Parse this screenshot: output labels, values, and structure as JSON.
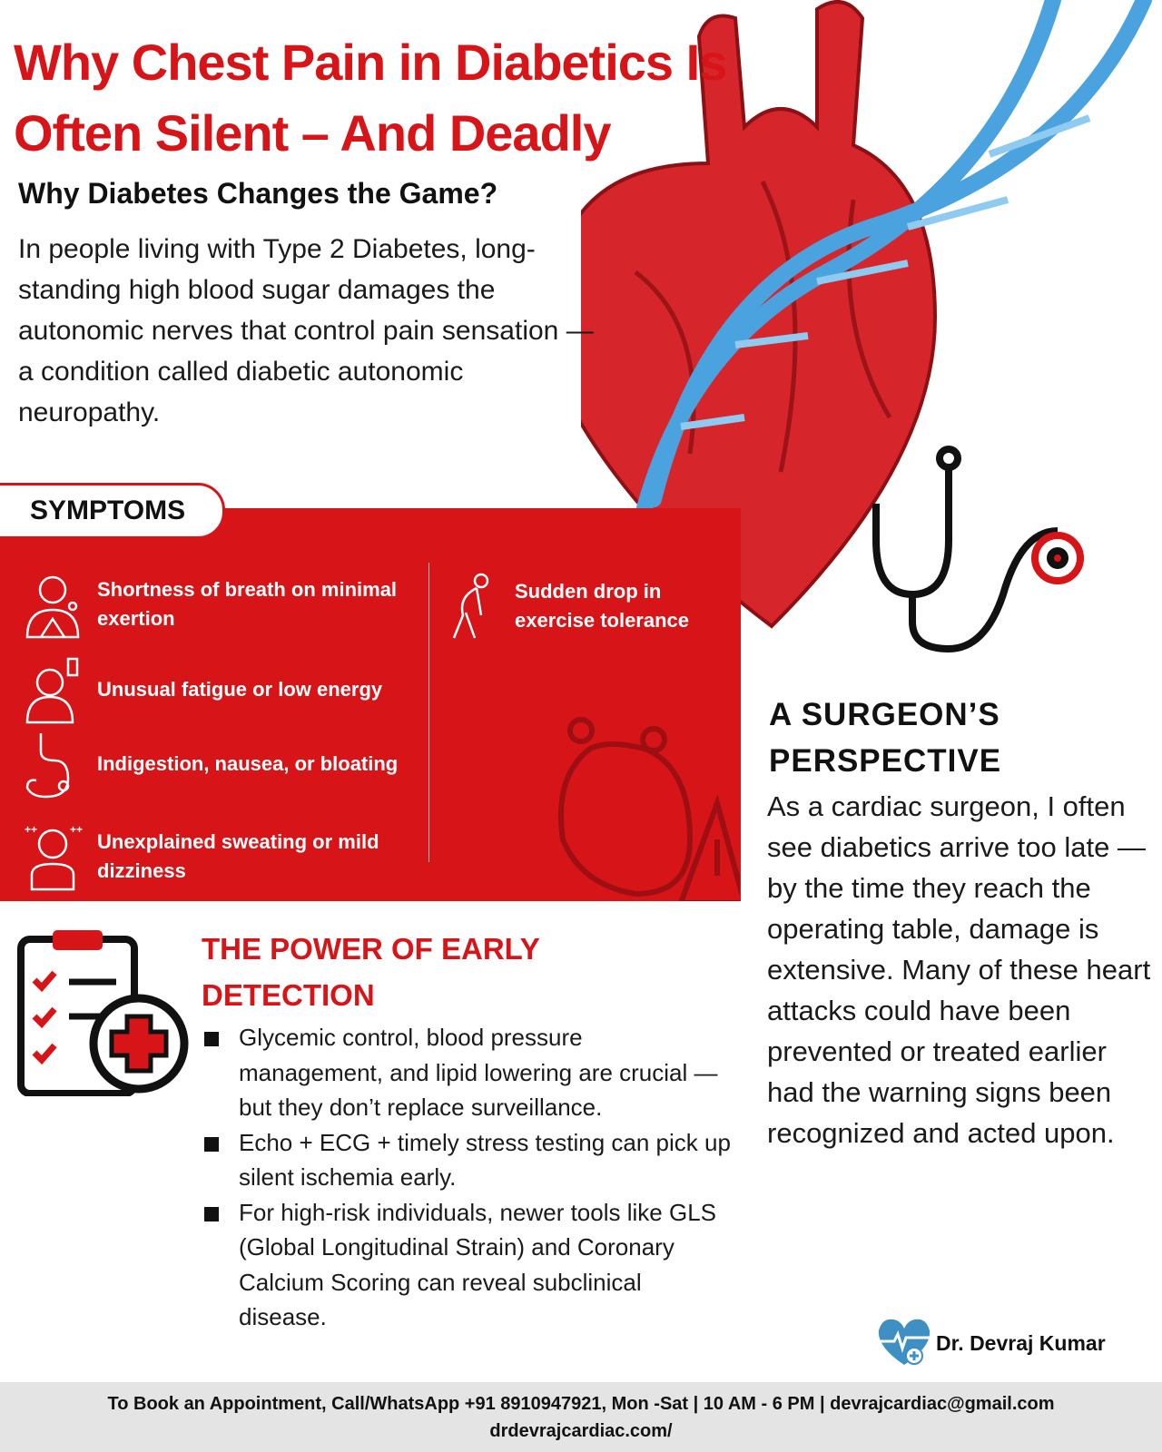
{
  "title": {
    "line1": "Why Chest Pain in Diabetics Is",
    "line2": "Often Silent – And Deadly"
  },
  "intro": {
    "heading": "Why Diabetes Changes the Game?",
    "text": "In people living with Type 2 Diabetes, long-standing high blood sugar damages the autonomic nerves that control pain sensation — a condition called diabetic autonomic neuropathy."
  },
  "symptoms": {
    "label": "SYMPTOMS",
    "items": [
      {
        "icon": "breathless-person-icon",
        "text": "Shortness of breath on minimal exertion"
      },
      {
        "icon": "tired-person-icon",
        "text": "Unusual fatigue or low energy"
      },
      {
        "icon": "stomach-icon",
        "text": "Indigestion, nausea, or bloating"
      },
      {
        "icon": "sweating-person-icon",
        "text": "Unexplained sweating or mild dizziness"
      },
      {
        "icon": "exhausted-runner-icon",
        "text": "Sudden drop in exercise tolerance"
      }
    ]
  },
  "surgeon": {
    "heading_line1": "A SURGEON’S",
    "heading_line2": "PERSPECTIVE",
    "text": "As a cardiac surgeon, I often see diabetics arrive too late — by the time they reach the operating table, damage is extensive. Many of these heart attacks could have been prevented or treated earlier had the warning signs been recognized and acted upon."
  },
  "detection": {
    "heading": "THE POWER OF EARLY DETECTION",
    "bullets": [
      "Glycemic control, blood pressure management, and lipid lowering are crucial — but they don’t replace surveillance.",
      "Echo + ECG + timely stress testing can pick up silent ischemia early.",
      "For high-risk individuals, newer tools like GLS (Global Longitudinal Strain) and Coronary Calcium Scoring can reveal subclinical disease."
    ]
  },
  "brand": {
    "name": "Dr. Devraj Kumar"
  },
  "footer": {
    "line1": "To Book an Appointment, Call/WhatsApp +91 8910947921, Mon -Sat | 10 AM - 6 PM | devrajcardiac@gmail.com",
    "line2": "drdevrajcardiac.com/"
  },
  "colors": {
    "accent": "#d71418",
    "footer_bg": "#e4e4e4",
    "dna": "#4aa3df"
  }
}
